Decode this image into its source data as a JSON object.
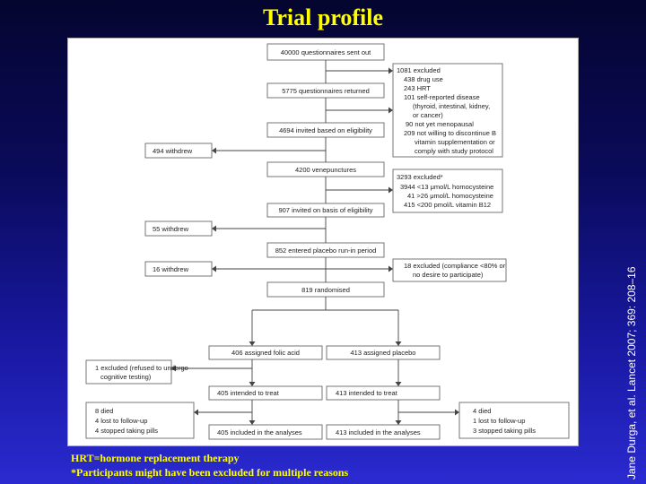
{
  "title": "Trial profile",
  "footnotes": [
    "HRT=hormone replacement therapy",
    "*Participants might have been excluded for multiple reasons"
  ],
  "citation": "Jane Durga, et al. Lancet 2007; 369: 208–16",
  "flowchart": {
    "sent": "40000 questionnaires sent out",
    "returned": "5775 questionnaires returned",
    "invited_eligibility": "4694 invited based on eligibility",
    "venepunctures": "4200 venepunctures",
    "invited_basis": "907 invited on basis of eligibility",
    "runin": "852 entered placebo run-in period",
    "randomised": "819 randomised",
    "withdrew_1": "494 withdrew",
    "withdrew_2": "55 withdrew",
    "withdrew_3": "16 withdrew",
    "excluded_1_lines": [
      "1081 excluded",
      "438 drug use",
      "243 HRT",
      "101 self-reported disease",
      "(thyroid, intestinal, kidney,",
      "or cancer)",
      "90 not yet menopausal",
      "209 not willing to discontinue B",
      "vitamin supplementation or",
      "comply with study protocol"
    ],
    "excluded_2_lines": [
      "3293 excluded*",
      "3944 <13 μmol/L homocysteine",
      "41 >26 μmol/L homocysteine",
      "415 <200 pmol/L vitamin B12"
    ],
    "excluded_3_lines": [
      "18 excluded (compliance <80% or",
      "no desire to participate)"
    ],
    "folic": "406 assigned folic acid",
    "placebo": "413 assigned placebo",
    "excluded_testing_lines": [
      "1 excluded (refused to undergo",
      "cognitive testing)"
    ],
    "itt_folic": "405 intended to treat",
    "itt_placebo": "413 intended to treat",
    "loss_folic_lines": [
      "8 died",
      "4 lost to follow-up",
      "4 stopped taking pills"
    ],
    "loss_placebo_lines": [
      "4 died",
      "1 lost to follow-up",
      "3 stopped taking pills"
    ],
    "analysed_folic": "405 included in the analyses",
    "analysed_placebo": "413 included in the analyses"
  }
}
